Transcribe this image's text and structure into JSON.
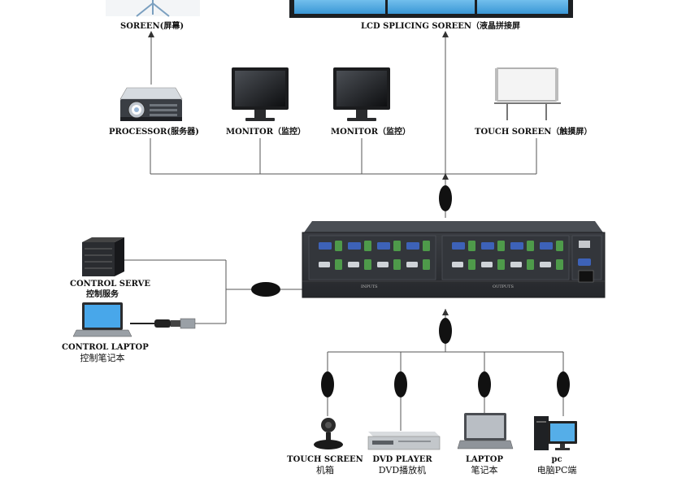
{
  "labels": {
    "screen": "SOREEN(屏幕)",
    "lcd": "LCD SPLICING SOREEN（液晶拼接屏",
    "processor": "PROCESSOR(服务器)",
    "monitor1": "MONITOR（监控）",
    "monitor2": "MONITOR（监控）",
    "touch_screen_top": "TOUCH SOREEN（触摸屏）",
    "control_serve_en": "CONTROL SERVE",
    "control_serve_cn": "控制服务",
    "control_laptop_en": "CONTROL LAPTOP",
    "control_laptop_cn": "控制笔记本",
    "touch_screen_en": "TOUCH SCREEN",
    "touch_screen_cn": "机箱",
    "dvd_en": "DVD PLAYER",
    "dvd_cn": "DVD播放机",
    "laptop_en": "LAPTOP",
    "laptop_cn": "笔记本",
    "pc_en": "pc",
    "pc_cn": "电脑PC端"
  },
  "matrix": {
    "inputs_label": "INPUTS",
    "outputs_label": "OUTPUTS"
  },
  "colors": {
    "line": "#555555",
    "device_dark": "#2e3135",
    "lcd_blue": "#5ab2e6",
    "port_blue": "#3d62b8",
    "port_green": "#4e9a4a"
  }
}
